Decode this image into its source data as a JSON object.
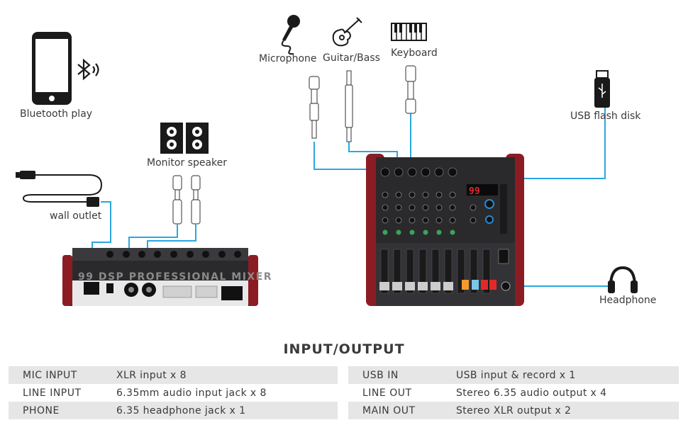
{
  "labels": {
    "bluetooth": "Bluetooth play",
    "microphone": "Microphone",
    "guitar": "Guitar/Bass",
    "keyboard": "Keyboard",
    "usb_disk": "USB flash disk",
    "monitor": "Monitor speaker",
    "wall": "wall outlet",
    "headphone": "Headphone"
  },
  "mixer_back_text": "99 DSP PROFESSIONAL MIXER",
  "lcd_digits": "99",
  "section_title": "INPUT/OUTPUT",
  "spec_left": [
    {
      "key": "MIC INPUT",
      "value": "XLR input x 8"
    },
    {
      "key": "LINE INPUT",
      "value": "6.35mm audio input jack x 8"
    },
    {
      "key": "PHONE",
      "value": "6.35 headphone jack x 1"
    }
  ],
  "spec_right": [
    {
      "key": "USB IN",
      "value": "USB input & record x 1"
    },
    {
      "key": "LINE OUT",
      "value": "Stereo 6.35 audio output x 4"
    },
    {
      "key": "MAIN OUT",
      "value": "Stereo XLR output x 2"
    }
  ],
  "colors": {
    "cable": "#29a8e0",
    "mixer_red": "#8c1c24",
    "panel_dark": "#2a2a2d"
  },
  "icons": [
    "smartphone-icon",
    "bluetooth-icon",
    "microphone-icon",
    "guitar-icon",
    "keyboard-icon",
    "usb-flash-icon",
    "speaker-icon",
    "power-cord-icon",
    "headphone-icon"
  ]
}
